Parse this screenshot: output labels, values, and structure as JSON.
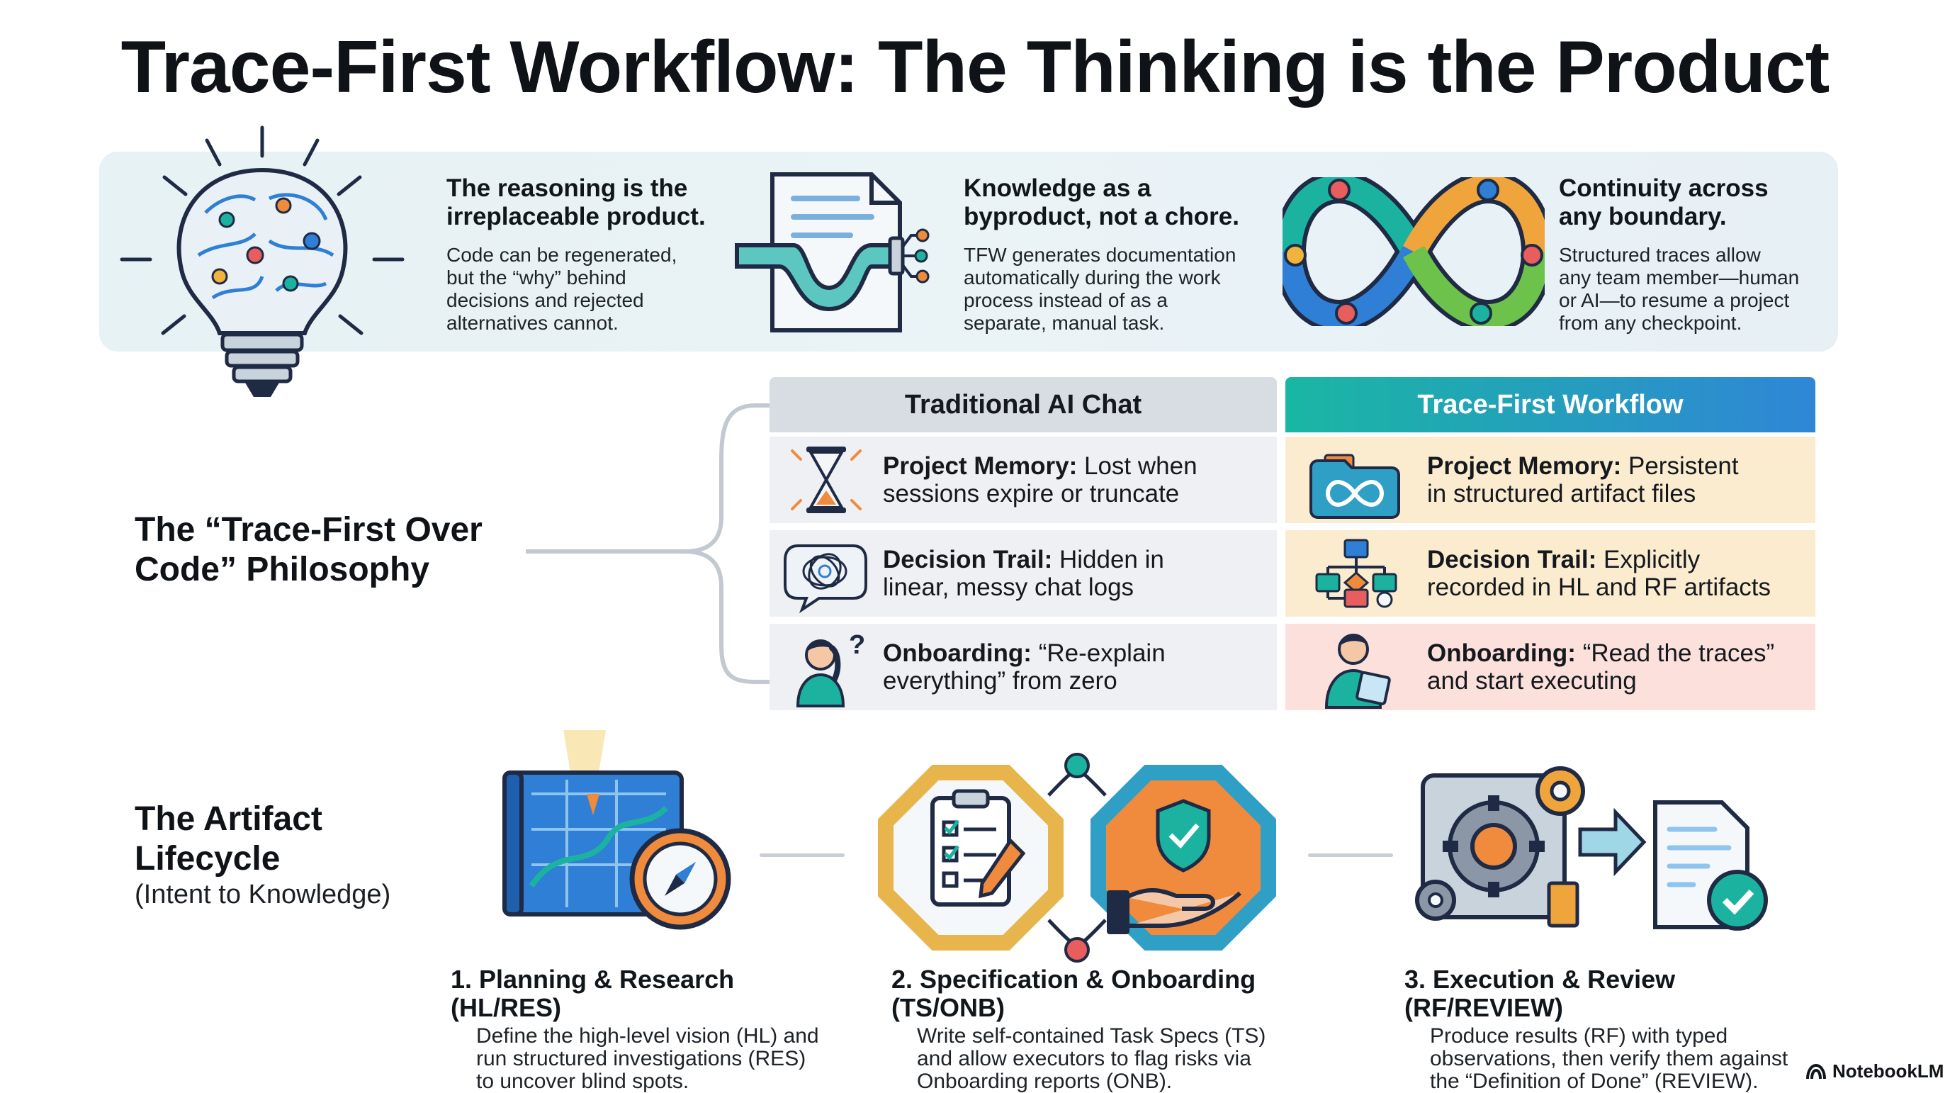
{
  "title": "Trace-First Workflow: The Thinking is the Product",
  "features": [
    {
      "heading_line1": "The reasoning is the",
      "heading_line2": "irreplaceable product.",
      "body": [
        "Code can be regenerated,",
        "but the “why” behind",
        "decisions and rejected",
        "alternatives cannot."
      ]
    },
    {
      "heading_line1": "Knowledge as a",
      "heading_line2": "byproduct, not a chore.",
      "body": [
        "TFW generates documentation",
        "automatically during the work",
        "process instead of as a",
        "separate, manual task."
      ]
    },
    {
      "heading_line1": "Continuity across",
      "heading_line2": "any boundary.",
      "body": [
        "Structured traces allow",
        "any team member—human",
        "or AI—to resume a project",
        "from any checkpoint."
      ]
    }
  ],
  "philosophy": {
    "line1": "The “Trace-First Over",
    "line2": "Code” Philosophy"
  },
  "comparison": {
    "left_header": "Traditional AI Chat",
    "right_header": "Trace-First Workflow",
    "rows": [
      {
        "left_label": "Project Memory:",
        "left_l1": "Lost when",
        "left_l2": "sessions expire or truncate",
        "right_label": "Project Memory:",
        "right_l1": "Persistent",
        "right_l2": "in structured artifact files"
      },
      {
        "left_label": "Decision Trail:",
        "left_l1": "Hidden in",
        "left_l2": "linear, messy chat logs",
        "right_label": "Decision Trail:",
        "right_l1": "Explicitly",
        "right_l2": "recorded in HL and RF artifacts"
      },
      {
        "left_label": "Onboarding:",
        "left_l1": "“Re-explain",
        "left_l2": "everything” from zero",
        "right_label": "Onboarding:",
        "right_l1": "“Read the traces”",
        "right_l2": "and start executing"
      }
    ]
  },
  "lifecycle": {
    "line1": "The Artifact",
    "line2": "Lifecycle",
    "subtitle": "(Intent to Knowledge)"
  },
  "steps": [
    {
      "title": "1.  Planning & Research (HL/RES)",
      "body": [
        "Define the high-level vision (HL) and",
        "run structured investigations (RES)",
        "to uncover blind spots."
      ]
    },
    {
      "title": "2.  Specification & Onboarding (TS/ONB)",
      "body": [
        "Write self-contained Task Specs (TS)",
        "and allow executors to flag risks via",
        "Onboarding reports (ONB)."
      ]
    },
    {
      "title": "3.  Execution & Review (RF/REVIEW)",
      "body": [
        "Produce results (RF) with typed",
        "observations, then verify them against",
        "the “Definition of Done” (REVIEW)."
      ]
    }
  ],
  "brand": "NotebookLM",
  "colors": {
    "teal": "#1bb3a0",
    "blue": "#2f7fd6",
    "orange": "#f08a3c",
    "navy": "#1f2a44"
  }
}
